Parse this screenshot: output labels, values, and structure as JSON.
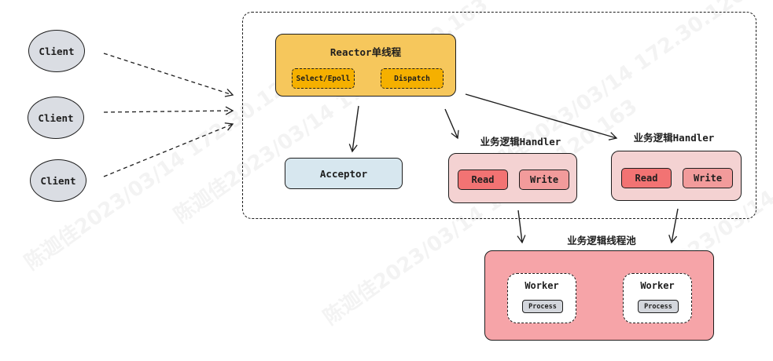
{
  "clients": [
    {
      "label": "Client"
    },
    {
      "label": "Client"
    },
    {
      "label": "Client"
    }
  ],
  "reactor": {
    "title": "Reactor单线程",
    "chips": [
      "Select/Epoll",
      "Dispatch"
    ]
  },
  "acceptor": {
    "label": "Acceptor"
  },
  "handlers": [
    {
      "label": "业务逻辑Handler",
      "read": "Read",
      "write": "Write"
    },
    {
      "label": "业务逻辑Handler",
      "read": "Read",
      "write": "Write"
    }
  ],
  "pool": {
    "label": "业务逻辑线程池",
    "workers": [
      {
        "title": "Worker",
        "task": "Process"
      },
      {
        "title": "Worker",
        "task": "Process"
      }
    ]
  },
  "watermark": {
    "text": "陈迦佳2023/03/14 172.30.120.163"
  },
  "colors": {
    "reactor": "#f6c75c",
    "reactor_chip": "#f5b000",
    "acceptor": "#d7e7ef",
    "client": "#dadde3",
    "handler": "#f4d2d2",
    "read": "#f27373",
    "write": "#f29b9b",
    "pool": "#f6a4a8"
  }
}
